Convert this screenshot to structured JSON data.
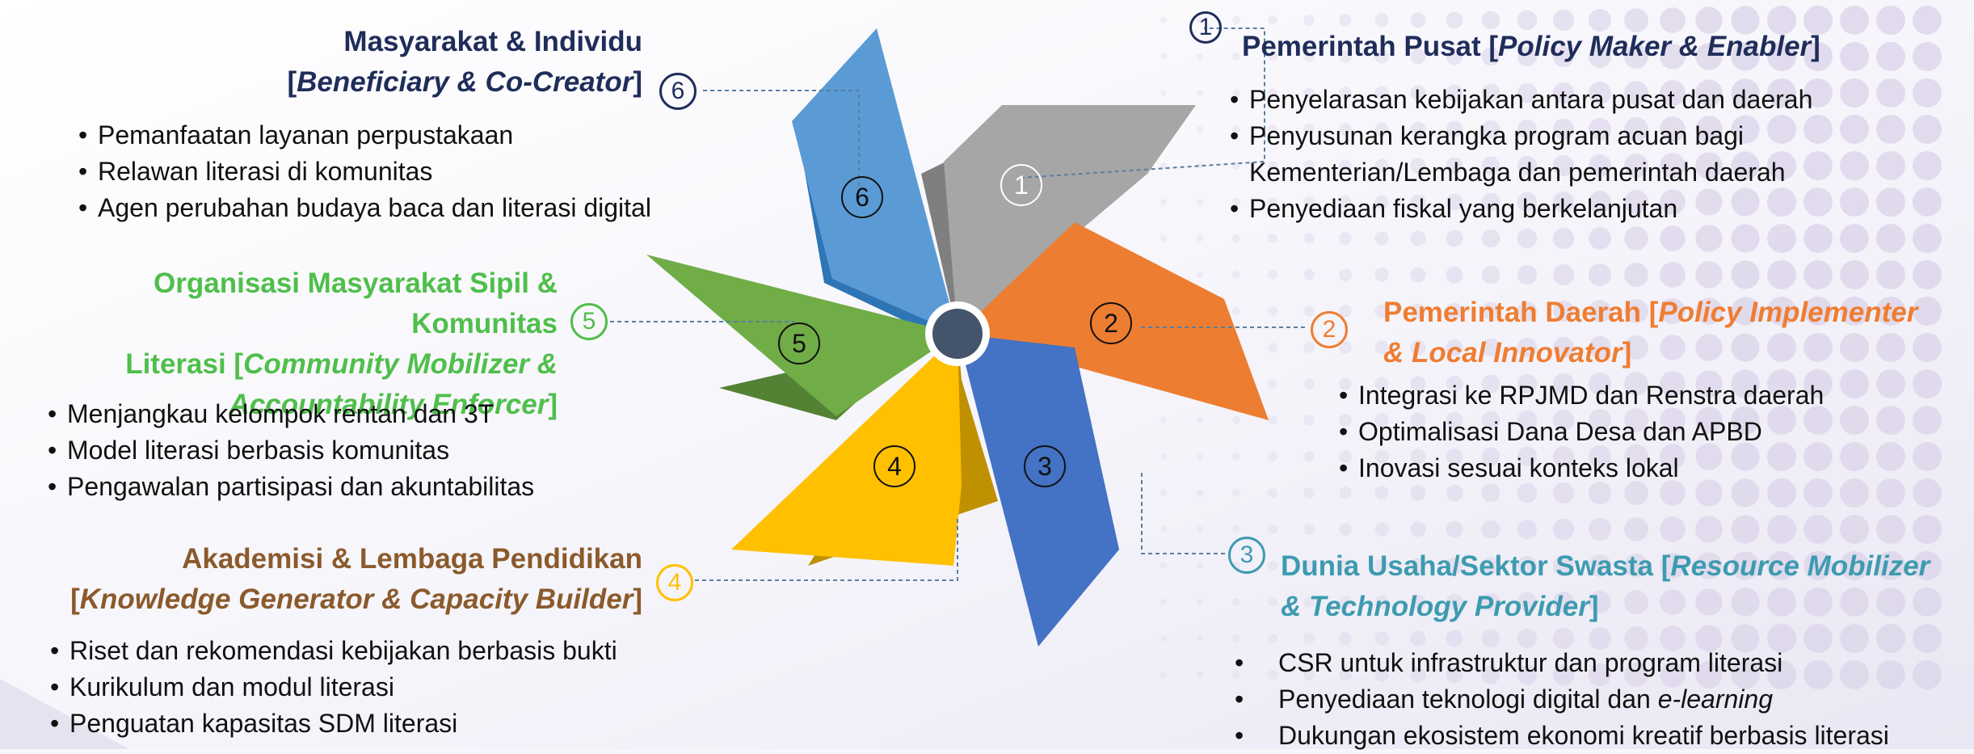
{
  "colors": {
    "navy": "#1f2d5a",
    "green": "#4fbf4b",
    "brown": "#8b5a2b",
    "orange": "#ef7d31",
    "teal": "#3d9bb0",
    "gray_blade": "#a6a6a6",
    "blue_blade": "#4472c4",
    "lightblue_blade": "#5b9bd5",
    "green_blade": "#70ad47",
    "yellow_blade": "#ffc000",
    "orange_blade": "#ed7d31",
    "hub": "#44546a"
  },
  "stakeholders": [
    {
      "number": "1",
      "title_plain": "Pemerintah Pusat [",
      "title_italic": "Policy Maker & Enabler",
      "title_close": "]",
      "items": [
        "Penyelarasan kebijakan antara pusat dan daerah",
        "Penyusunan kerangka program acuan bagi",
        "Kementerian/Lembaga dan pemerintah daerah",
        "Penyediaan fiskal yang berkelanjutan"
      ]
    },
    {
      "number": "2",
      "title_plain": "Pemerintah Daerah [",
      "title_italic": "Policy Implementer",
      "title_line2_italic": "& Local Innovator",
      "title_close": "]",
      "items": [
        "Integrasi ke RPJMD dan Renstra daerah",
        "Optimalisasi Dana Desa dan APBD",
        "Inovasi sesuai konteks lokal"
      ]
    },
    {
      "number": "3",
      "title_plain": "Dunia Usaha/Sektor Swasta [",
      "title_italic": "Resource Mobilizer",
      "title_line2_italic": "& Technology Provider",
      "title_close": "]",
      "items": [
        "CSR untuk infrastruktur dan program literasi",
        "Penyediaan teknologi digital dan ",
        "Dukungan ekosistem ekonomi kreatif berbasis literasi"
      ],
      "item2_italic": "e-learning"
    },
    {
      "number": "4",
      "title_line1": "Akademisi & Lembaga Pendidikan",
      "title_open": "[",
      "title_italic": "Knowledge Generator & Capacity Builder",
      "title_close": "]",
      "items": [
        "Riset dan rekomendasi kebijakan berbasis bukti",
        "Kurikulum dan modul literasi",
        "Penguatan kapasitas SDM literasi"
      ]
    },
    {
      "number": "5",
      "title_line1": "Organisasi Masyarakat Sipil & Komunitas",
      "title_line2_plain": "Literasi [",
      "title_line2_italic": "Community Mobilizer &",
      "title_line3_italic": "Accountability Enforcer",
      "title_close": "]",
      "items": [
        "Menjangkau kelompok rentan dan 3T",
        "Model literasi berbasis komunitas",
        "Pengawalan partisipasi dan akuntabilitas"
      ]
    },
    {
      "number": "6",
      "title_line1": "Masyarakat & Individu",
      "title_open": "[",
      "title_italic": "Beneficiary & Co-Creator",
      "title_close": "]",
      "items": [
        "Pemanfaatan layanan perpustakaan",
        "Relawan literasi di komunitas",
        "Agen perubahan budaya baca dan literasi digital"
      ]
    }
  ]
}
